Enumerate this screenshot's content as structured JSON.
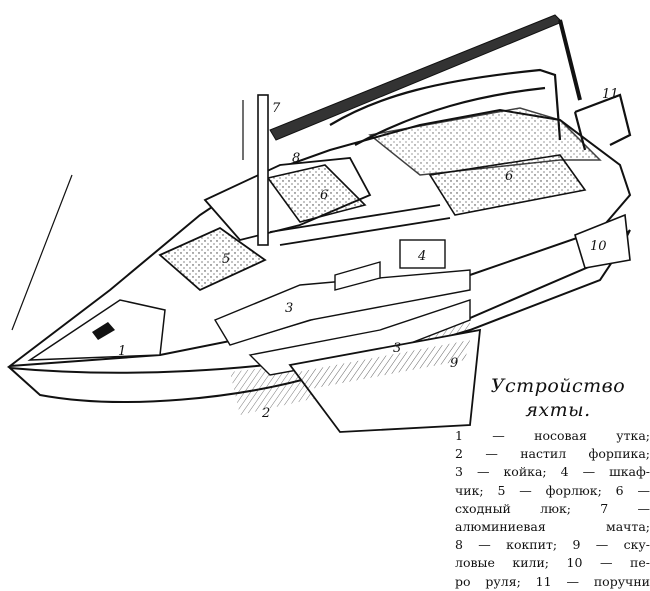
{
  "title": {
    "line1": "Устройство",
    "line2": "яхты."
  },
  "callouts": [
    {
      "number": "1"
    },
    {
      "number": "2"
    },
    {
      "number": "3"
    },
    {
      "number": "3"
    },
    {
      "number": "4"
    },
    {
      "number": "5"
    },
    {
      "number": "6"
    },
    {
      "number": "6"
    },
    {
      "number": "7"
    },
    {
      "number": "8"
    },
    {
      "number": "9"
    },
    {
      "number": "10"
    },
    {
      "number": "11"
    }
  ],
  "legend_lines": [
    "1 — носовая утка;",
    "2 — настил форпика;",
    "3 — койка; 4 — шкаф-",
    "чик; 5 — форлюк; 6 —",
    "сходный люк; 7 —",
    "алюминиевая мачта;",
    "8 — кокпит; 9 — ску-",
    "ловые кили; 10 — пе-",
    "ро руля; 11 — поручни"
  ]
}
